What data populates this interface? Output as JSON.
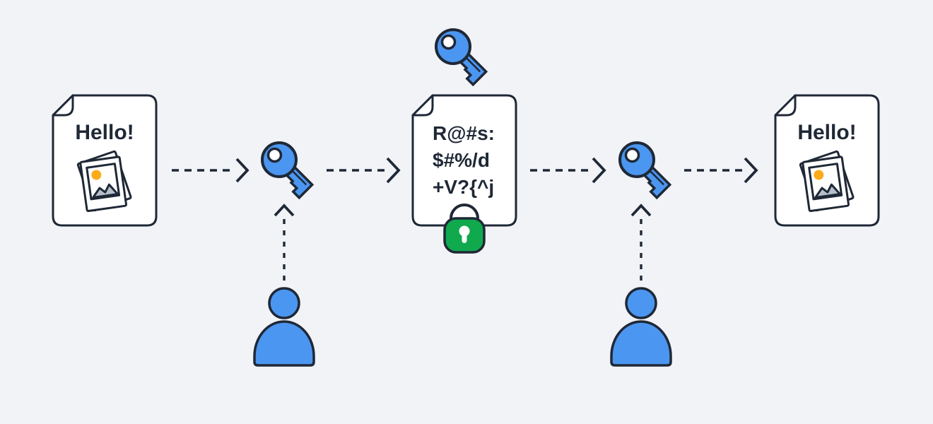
{
  "colors": {
    "background": "#f1f3f7",
    "ink": "#1f2836",
    "blue": "#4b96f0",
    "green": "#10a94e",
    "yellow": "#fbab18",
    "mountain": "#b7bfca",
    "white": "#ffffff"
  },
  "flow": {
    "original_document": {
      "title": "Hello!",
      "icon": "photo-icon"
    },
    "encryption_key": {
      "icon": "key-icon"
    },
    "encrypted_document": {
      "lines": [
        "R@#s:",
        "$#%/d",
        "+V?{^j"
      ],
      "lock_icon": "padlock-icon",
      "key_icon": "key-icon"
    },
    "decryption_key": {
      "icon": "key-icon"
    },
    "decrypted_document": {
      "title": "Hello!",
      "icon": "photo-icon"
    },
    "sender": {
      "icon": "person-icon"
    },
    "recipient": {
      "icon": "person-icon"
    }
  }
}
